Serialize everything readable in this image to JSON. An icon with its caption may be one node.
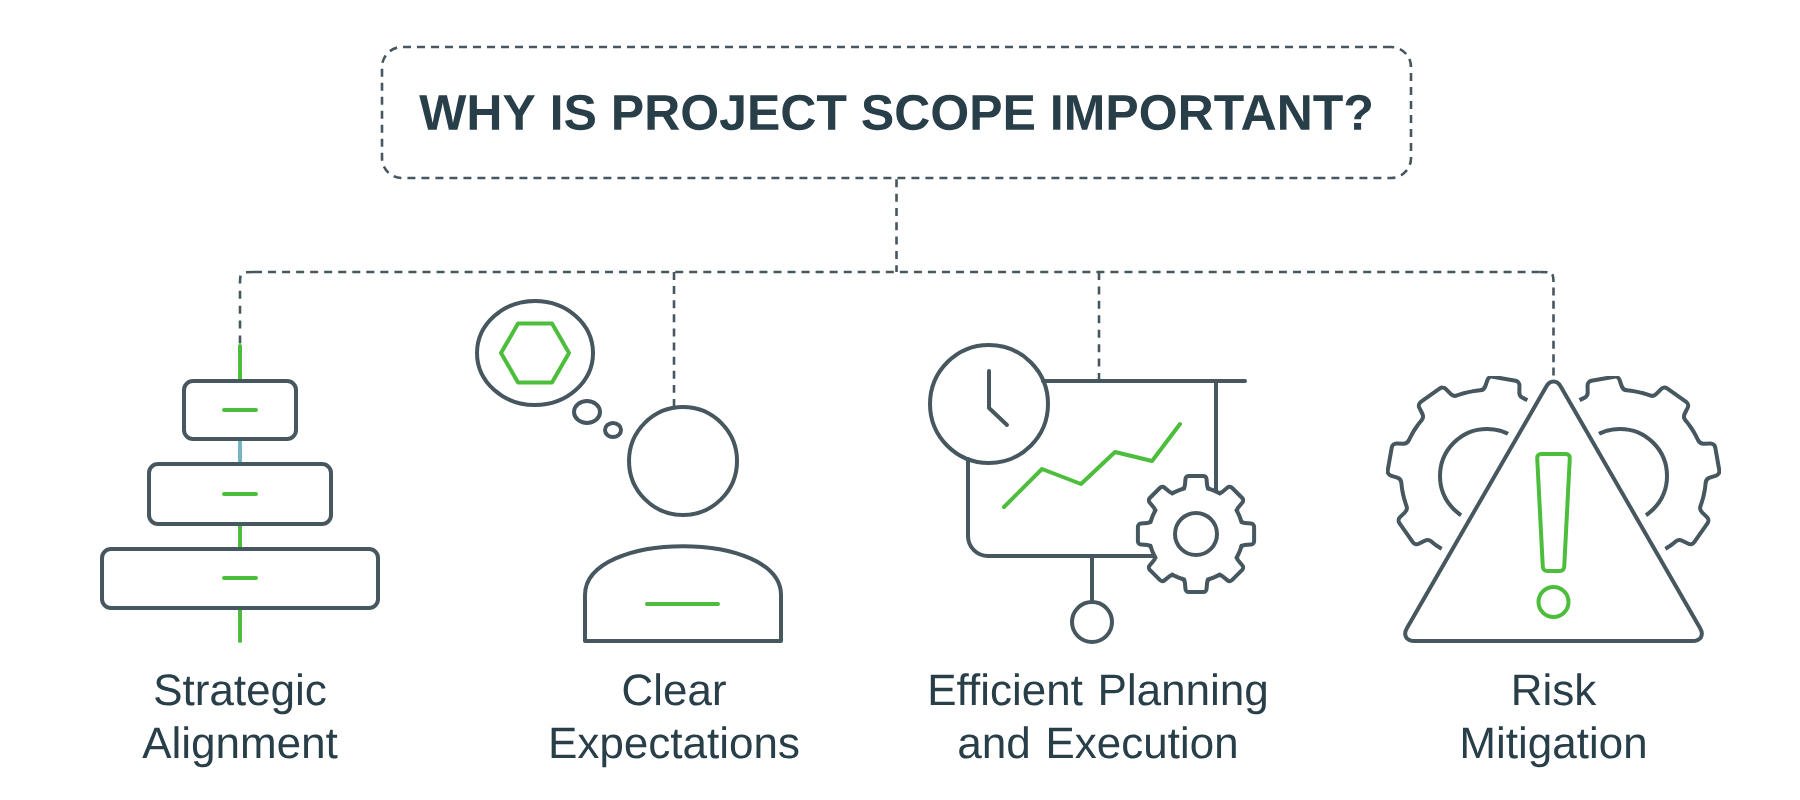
{
  "diagram": {
    "nodes": [
      {
        "text": [
          "WHY IS PROJECT SCOPE IMPORTANT?"
        ]
      },
      {
        "text": [],
        "shape": "picture",
        "beside": [
          "Strategic Alignment"
        ]
      },
      {
        "text": [],
        "shape": "person",
        "beside": [
          "Clear Expectations"
        ]
      },
      {
        "text": [],
        "shape": "picture",
        "beside": [
          "Efficient Planning and Execution"
        ]
      },
      {
        "text": [],
        "shape": "picture",
        "beside": [
          "Risk Mitigation"
        ]
      }
    ],
    "edges": [
      {
        "from": 0,
        "to": 1,
        "arrow": "none",
        "style": "dashed"
      },
      {
        "from": 0,
        "to": 2,
        "arrow": "none",
        "style": "dashed"
      },
      {
        "from": 0,
        "to": 3,
        "arrow": "none",
        "style": "dashed"
      },
      {
        "from": 0,
        "to": 4,
        "arrow": "none",
        "style": "dashed"
      }
    ]
  }
}
